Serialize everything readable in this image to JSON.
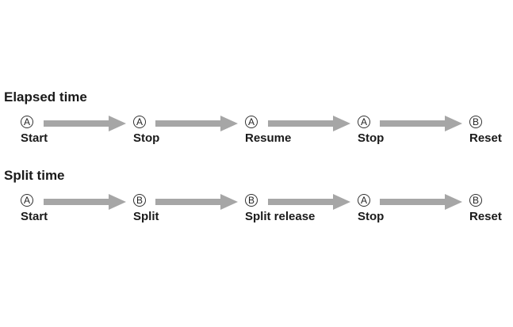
{
  "sections": [
    {
      "title": "Elapsed time",
      "steps": [
        {
          "button": "A",
          "label": "Start"
        },
        {
          "button": "A",
          "label": "Stop"
        },
        {
          "button": "A",
          "label": "Resume"
        },
        {
          "button": "A",
          "label": "Stop"
        },
        {
          "button": "B",
          "label": "Reset"
        }
      ]
    },
    {
      "title": "Split time",
      "steps": [
        {
          "button": "A",
          "label": "Start"
        },
        {
          "button": "B",
          "label": "Split"
        },
        {
          "button": "B",
          "label": "Split release"
        },
        {
          "button": "A",
          "label": "Stop"
        },
        {
          "button": "B",
          "label": "Reset"
        }
      ]
    }
  ],
  "colors": {
    "arrow": "#a6a6a6",
    "text": "#1a1a1a"
  }
}
